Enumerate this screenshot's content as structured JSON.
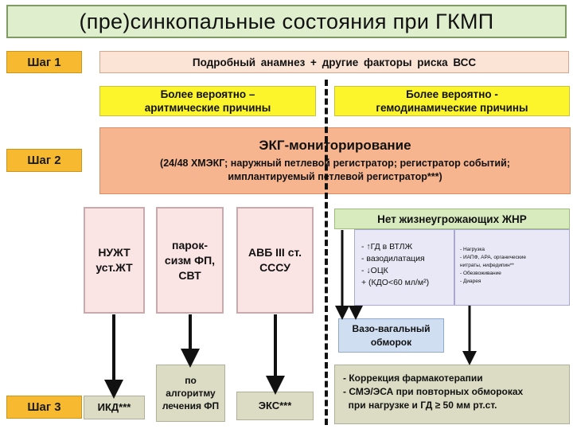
{
  "title": "(пре)синкопальные состояния при ГКМП",
  "steps": {
    "step1": "Шаг 1",
    "step2": "Шаг 2",
    "step3": "Шаг 3"
  },
  "anamnesis": "Подробный анамнез + другие факторы риска ВСС",
  "branches": {
    "left": [
      "Более вероятно –",
      "аритмические причины"
    ],
    "right": [
      "Более вероятно -",
      "гемодинамические причины"
    ]
  },
  "ecg": {
    "title": "ЭКГ-мониторирование",
    "line1": "(24/48 ХМЭКГ; наружный петлевой регистратор; регистратор событий;",
    "line2": "имплантируемый петлевой регистратор***)"
  },
  "arrhythmias": [
    {
      "lines": [
        "НУЖТ",
        "уст.ЖТ"
      ],
      "outcome": [
        "ИКД***"
      ]
    },
    {
      "lines": [
        "парок-",
        "сизм ФП,",
        "СВТ"
      ],
      "outcome": [
        "по",
        "алгоритму",
        "лечения ФП"
      ]
    },
    {
      "lines": [
        "АВБ III ст.",
        "СССУ"
      ],
      "outcome": [
        "ЭКС***"
      ]
    }
  ],
  "no_threat": "Нет жизнеугрожающих ЖНР",
  "hemodynamic_causes": [
    "- ↑ГД в ВТЛЖ",
    "- вазодилатация",
    "- ↓ОЦК",
    "+ (КДО<60 мл/м²)"
  ],
  "other_causes": [
    "- Нагрузка",
    "- ИАПФ, АРА, органические",
    "  нитраты, нифедипин**",
    "- Обезвоживание",
    "- Диарея"
  ],
  "vasovagal": [
    "Вазо-вагальный",
    "обморок"
  ],
  "therapy": [
    "- Коррекция фармакотерапии",
    "- СМЭ/ЭСА при повторных обмороках",
    "  при нагрузке и ГД ≥ 50 мм рт.ст."
  ]
}
